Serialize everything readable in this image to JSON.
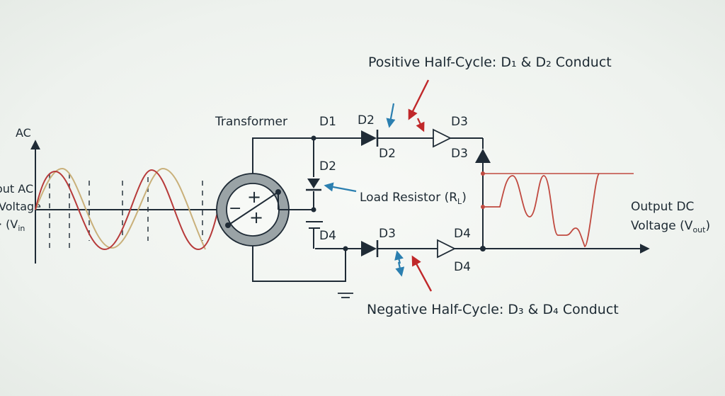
{
  "title_positive": "Positive Half-Cycle: D₁ & D₂ Conduct",
  "title_negative": "Negative Half-Cycle: D₃ & D₄ Conduct",
  "input": {
    "axis_label": "AC",
    "line1": "out AC",
    "line2": "Voltage",
    "line3": "· (V",
    "line3_sub": "in"
  },
  "transformer": {
    "label": "Transformer",
    "plus_top": "+",
    "plus_bottom": "+",
    "minus": "−"
  },
  "diodes": {
    "d1_top": "D1",
    "d2_top": "D2",
    "d2_below": "D2",
    "d3_top": "D3",
    "d3_below": "D3",
    "d2_vertical": "D2",
    "d4_left": "D4",
    "d3_bottom": "D3",
    "d4_bottom": "D4",
    "d4_below": "D4"
  },
  "load_resistor": {
    "text": "Load Resistor (R",
    "sub": "L",
    "close": ")"
  },
  "output": {
    "line1": "Output DC",
    "line2": "Voltage (V",
    "line2_sub": "out",
    "line2_close": ")"
  },
  "colors": {
    "wire": "#1f2b36",
    "wave_red": "#b73a3a",
    "wave_tan": "#c9b07a",
    "arrow_blue": "#2b7fb0",
    "arrow_red": "#c0282a",
    "transformer_ring": "#9aa3a6",
    "output_wave": "#c04a40"
  }
}
